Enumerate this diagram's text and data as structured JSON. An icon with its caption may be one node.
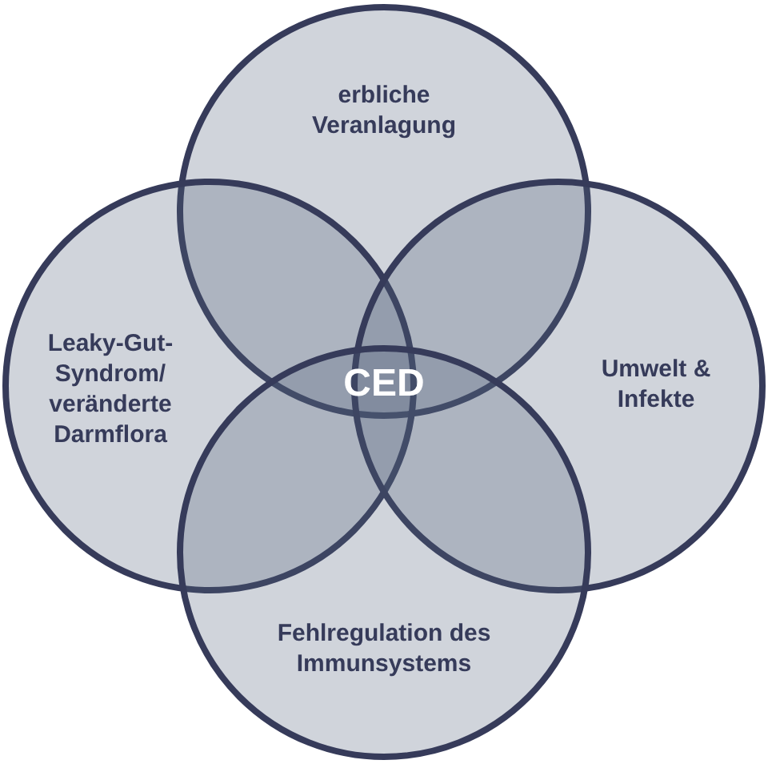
{
  "diagram": {
    "nodes": [
      {
        "text": [
          "erbliche Veranlagung"
        ]
      },
      {
        "text": [
          "Leaky-Gut-Syndrom/ veränderte Darmflora"
        ]
      },
      {
        "text": [
          "Umwelt & Infekte"
        ]
      },
      {
        "text": [
          "Fehlregulation des Immunsystems"
        ]
      }
    ],
    "labels": [
      "CED"
    ]
  }
}
